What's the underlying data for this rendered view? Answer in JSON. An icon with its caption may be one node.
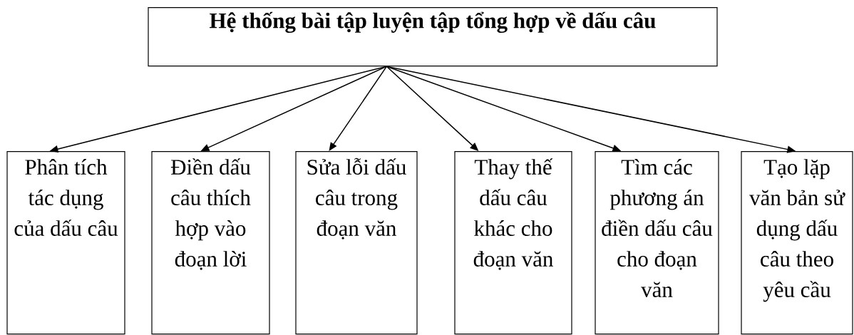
{
  "diagram": {
    "nodes": [
      {
        "text": [
          "Hệ thống bài tập luyện tập tổng hợp về dấu câu"
        ]
      },
      {
        "text": [
          "Phân tích tác dụng của dấu câu"
        ]
      },
      {
        "text": [
          "Điền dấu câu thích hợp vào đoạn lời"
        ]
      },
      {
        "text": [
          "Sửa lỗi dấu câu trong đoạn văn"
        ]
      },
      {
        "text": [
          "Thay thế dấu câu khác cho đoạn văn"
        ]
      },
      {
        "text": [
          "Tìm các phương án điền dấu câu cho đoạn văn"
        ]
      },
      {
        "text": [
          "Tạo lặp văn bản sử dụng dấu câu theo yêu cầu"
        ]
      }
    ],
    "edges": [
      {
        "from": 0,
        "to": 1,
        "arrow": "to"
      },
      {
        "from": 0,
        "to": 2,
        "arrow": "to"
      },
      {
        "from": 0,
        "to": 3,
        "arrow": "to"
      },
      {
        "from": 0,
        "to": 4,
        "arrow": "to"
      },
      {
        "from": 0,
        "to": 5,
        "arrow": "to"
      },
      {
        "from": 0,
        "to": 6,
        "arrow": "to"
      }
    ]
  }
}
